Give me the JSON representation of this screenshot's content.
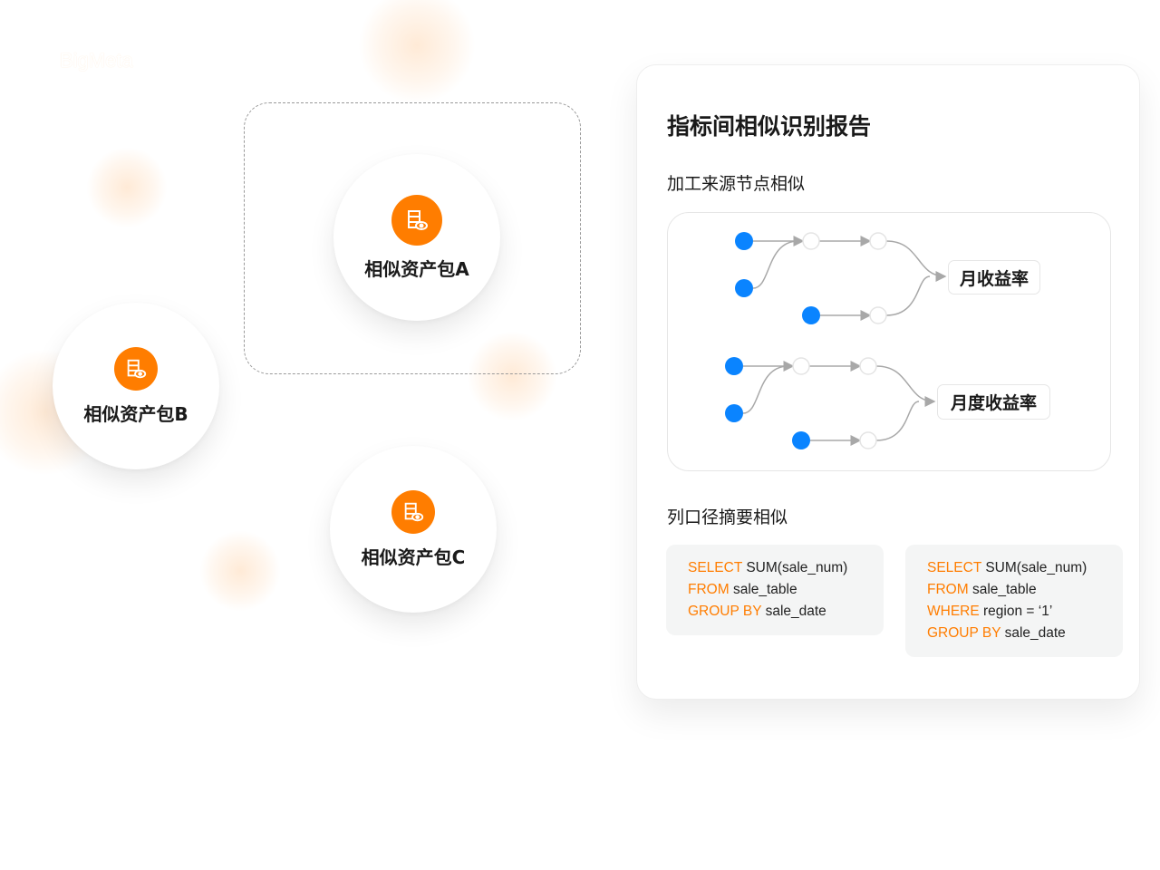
{
  "watermark": "BigMeta",
  "packages": [
    {
      "label": "相似资产包A"
    },
    {
      "label": "相似资产包B"
    },
    {
      "label": "相似资产包C"
    }
  ],
  "report": {
    "title": "指标间相似识别报告",
    "section1": "加工来源节点相似",
    "section2": "列口径摘要相似",
    "targets": [
      "月收益率",
      "月度收益率"
    ],
    "sql": [
      [
        {
          "kw": "SELECT",
          "rest": " SUM(sale_num)"
        },
        {
          "kw": "FROM",
          "rest": " sale_table"
        },
        {
          "kw": "GROUP BY",
          "rest": " sale_date"
        }
      ],
      [
        {
          "kw": "SELECT",
          "rest": " SUM(sale_num)"
        },
        {
          "kw": "FROM",
          "rest": " sale_table"
        },
        {
          "kw": "WHERE",
          "rest": " region = ‘1’"
        },
        {
          "kw": "GROUP BY",
          "rest": " sale_date"
        }
      ]
    ]
  },
  "colors": {
    "accent": "#ff7d00",
    "source_node": "#0a84ff",
    "edge": "#a8a8a8"
  }
}
